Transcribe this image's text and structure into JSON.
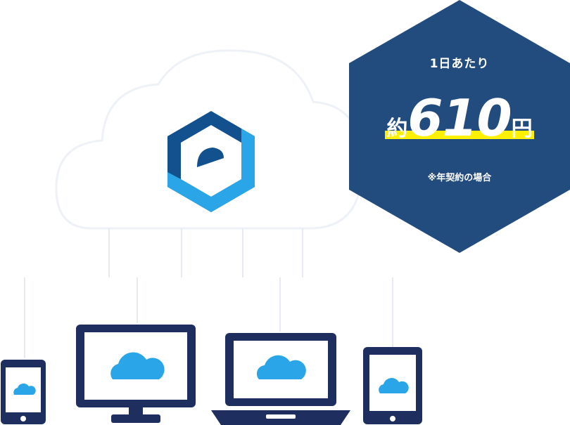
{
  "badge": {
    "caption": "1日あたり",
    "price_prefix": "約",
    "price_amount": "610",
    "price_unit": "円",
    "note": "※年契約の場合",
    "colors": {
      "fill": "#234c7e",
      "highlight": "#fff100"
    }
  },
  "colors": {
    "device_navy": "#1e2e5e",
    "cloud_blue": "#2aa6e8",
    "logo_dark": "#12508e",
    "logo_light": "#2aa6e8"
  },
  "icons": [
    "cloud-outline",
    "app-logo-icon",
    "phone-icon",
    "monitor-icon",
    "laptop-icon",
    "tablet-icon"
  ]
}
